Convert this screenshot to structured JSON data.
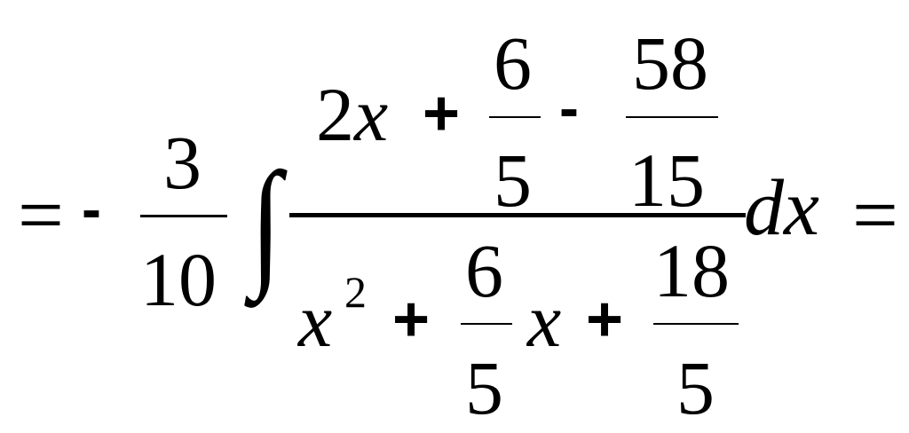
{
  "expression": {
    "leading_equals": "=",
    "leading_minus": "-",
    "coefficient": {
      "numerator": "3",
      "denominator": "10"
    },
    "integral_sign": "∫",
    "numerator": {
      "term1": "2x",
      "plus": "+",
      "frac1": {
        "numerator": "6",
        "denominator": "5"
      },
      "minus": "-",
      "frac2": {
        "numerator": "58",
        "denominator": "15"
      }
    },
    "denominator": {
      "x_base": "x",
      "exponent": "2",
      "plus1": "+",
      "frac1": {
        "numerator": "6",
        "denominator": "5"
      },
      "x_term": "x",
      "plus2": "+",
      "frac2": {
        "numerator": "18",
        "denominator": "5"
      }
    },
    "differential": "dx",
    "trailing_equals": "="
  }
}
